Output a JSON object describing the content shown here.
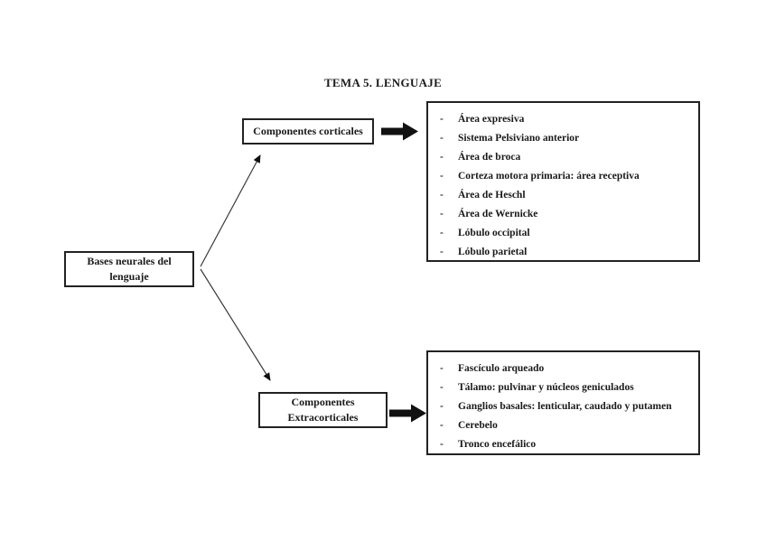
{
  "title": "TEMA 5. LENGUAJE",
  "bullet_char": "-",
  "root_box": {
    "label": "Bases neurales del\nlenguaje"
  },
  "cortical_branch": {
    "box_label": "Componentes corticales",
    "items": [
      "Área expresiva",
      "Sistema Pelsiviano anterior",
      "Área de broca",
      "Corteza motora primaria: área receptiva",
      "Área de Heschl",
      "Área de Wernicke",
      "Lóbulo occipital",
      "Lóbulo parietal"
    ]
  },
  "extracortical_branch": {
    "box_label": "Componentes\nExtracorticales",
    "items": [
      "Fascículo arqueado",
      "Tálamo: pulvinar y núcleos geniculados",
      "Ganglios basales: lenticular, caudado y putamen",
      "Cerebelo",
      "Tronco encefálico"
    ]
  },
  "colors": {
    "ink": "#1a1a1a",
    "border": "#222222",
    "arrow_fill": "#111111",
    "connector_stroke": "#3a3a3a",
    "background": "#ffffff"
  }
}
